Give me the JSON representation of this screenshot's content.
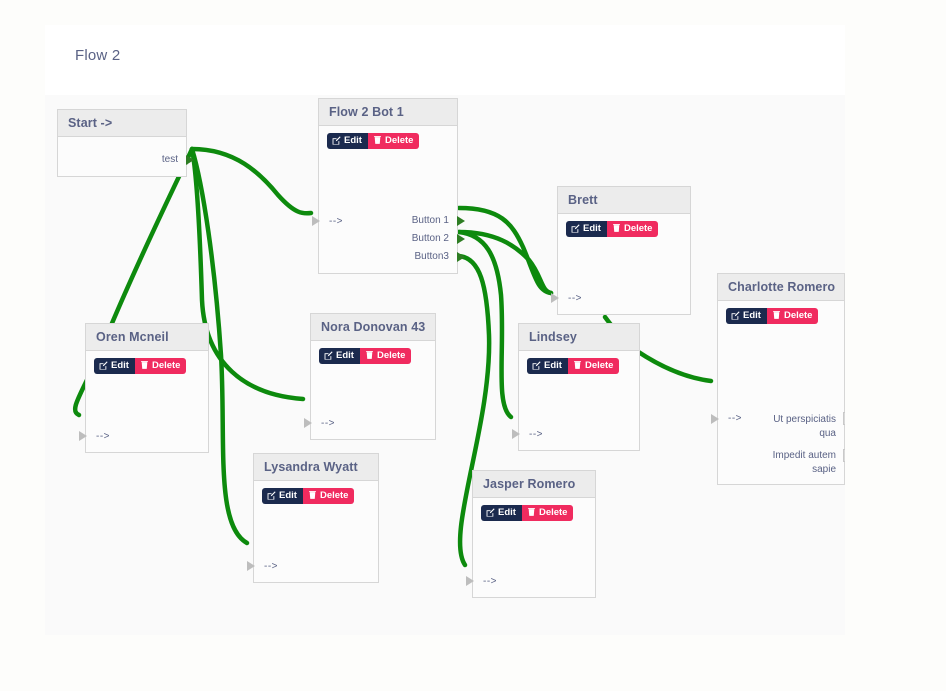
{
  "header": {
    "title": "Flow 2"
  },
  "buttons": {
    "edit_label": "Edit",
    "delete_label": "Delete",
    "edit_icon": "pencil-square-icon",
    "delete_icon": "trash-icon"
  },
  "colors": {
    "edge": "#0d8a0d",
    "edit_button": "#1b2a4e",
    "delete_button": "#f02b5f",
    "node_header": "#ececec",
    "node_border": "#d6d6d6",
    "title_text": "#5a6285",
    "canvas": "#fafafa",
    "page_background": "#fdfdfb",
    "connector_gray": "#bdbdbd"
  },
  "nodes": [
    {
      "id": "start",
      "title": "Start ->",
      "has_buttons": false,
      "outputs": [
        "test"
      ],
      "inputs": []
    },
    {
      "id": "bot1",
      "title": "Flow 2 Bot 1",
      "has_buttons": true,
      "inputs": [
        "-->"
      ],
      "outputs": [
        "Button 1",
        "Button 2",
        "Button3"
      ]
    },
    {
      "id": "brett",
      "title": "Brett",
      "has_buttons": true,
      "inputs": [
        "-->"
      ],
      "outputs": []
    },
    {
      "id": "charlotte",
      "title": "Charlotte Romero",
      "has_buttons": true,
      "inputs": [
        "-->"
      ],
      "outputs": [
        "Ut perspiciatis qua",
        "Impedit autem sapie"
      ]
    },
    {
      "id": "oren",
      "title": "Oren Mcneil",
      "has_buttons": true,
      "inputs": [
        "-->"
      ],
      "outputs": []
    },
    {
      "id": "nora",
      "title": "Nora Donovan 43",
      "has_buttons": true,
      "inputs": [
        "-->"
      ],
      "outputs": []
    },
    {
      "id": "lindsey",
      "title": "Lindsey",
      "has_buttons": true,
      "inputs": [
        "-->"
      ],
      "outputs": []
    },
    {
      "id": "lysandra",
      "title": "Lysandra Wyatt",
      "has_buttons": true,
      "inputs": [
        "-->"
      ],
      "outputs": []
    },
    {
      "id": "jasper",
      "title": "Jasper Romero",
      "has_buttons": true,
      "inputs": [
        "-->"
      ],
      "outputs": []
    }
  ],
  "edges": [
    {
      "from": "start.test",
      "to": "bot1.in"
    },
    {
      "from": "start.test",
      "to": "oren.in"
    },
    {
      "from": "start.test",
      "to": "nora.in"
    },
    {
      "from": "start.test",
      "to": "lysandra.in"
    },
    {
      "from": "bot1.Button 1",
      "to": "brett.in"
    },
    {
      "from": "bot1.Button 2",
      "to": "brett.in"
    },
    {
      "from": "bot1.Button3",
      "to": "jasper.in"
    },
    {
      "from": "bot1.Button 2",
      "to": "lindsey.in"
    },
    {
      "from": "brett.out",
      "to": "charlotte.in"
    }
  ]
}
